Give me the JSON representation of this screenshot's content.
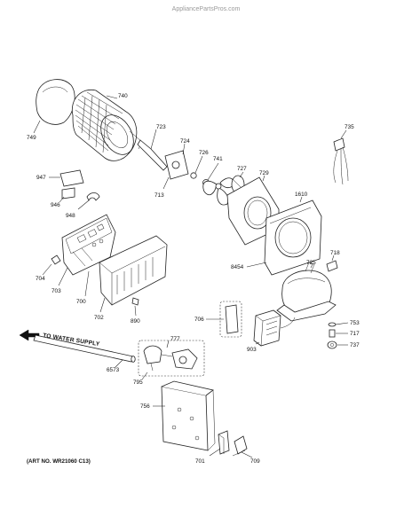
{
  "watermark": "AppliancePartsPros.com",
  "flow_label": "TO WATER SUPPLY",
  "art_note": "(ART NO. WR21060 C13)",
  "callouts": {
    "p749": "749",
    "p740": "740",
    "p723": "723",
    "p724": "724",
    "p726": "726",
    "p741": "741",
    "p727": "727",
    "p729": "729",
    "p713": "713",
    "p735": "735",
    "p947": "947",
    "p946": "946",
    "p948": "948",
    "p1610": "1610",
    "p704": "704",
    "p703": "703",
    "p700": "700",
    "p702": "702",
    "p890": "890",
    "p8454": "8454",
    "p725": "725",
    "p718": "718",
    "p706": "706",
    "p903": "903",
    "p753": "753",
    "p717": "717",
    "p737": "737",
    "p777": "777",
    "p6573": "6573",
    "p795": "795",
    "p756": "756",
    "p701": "701",
    "p709": "709"
  }
}
